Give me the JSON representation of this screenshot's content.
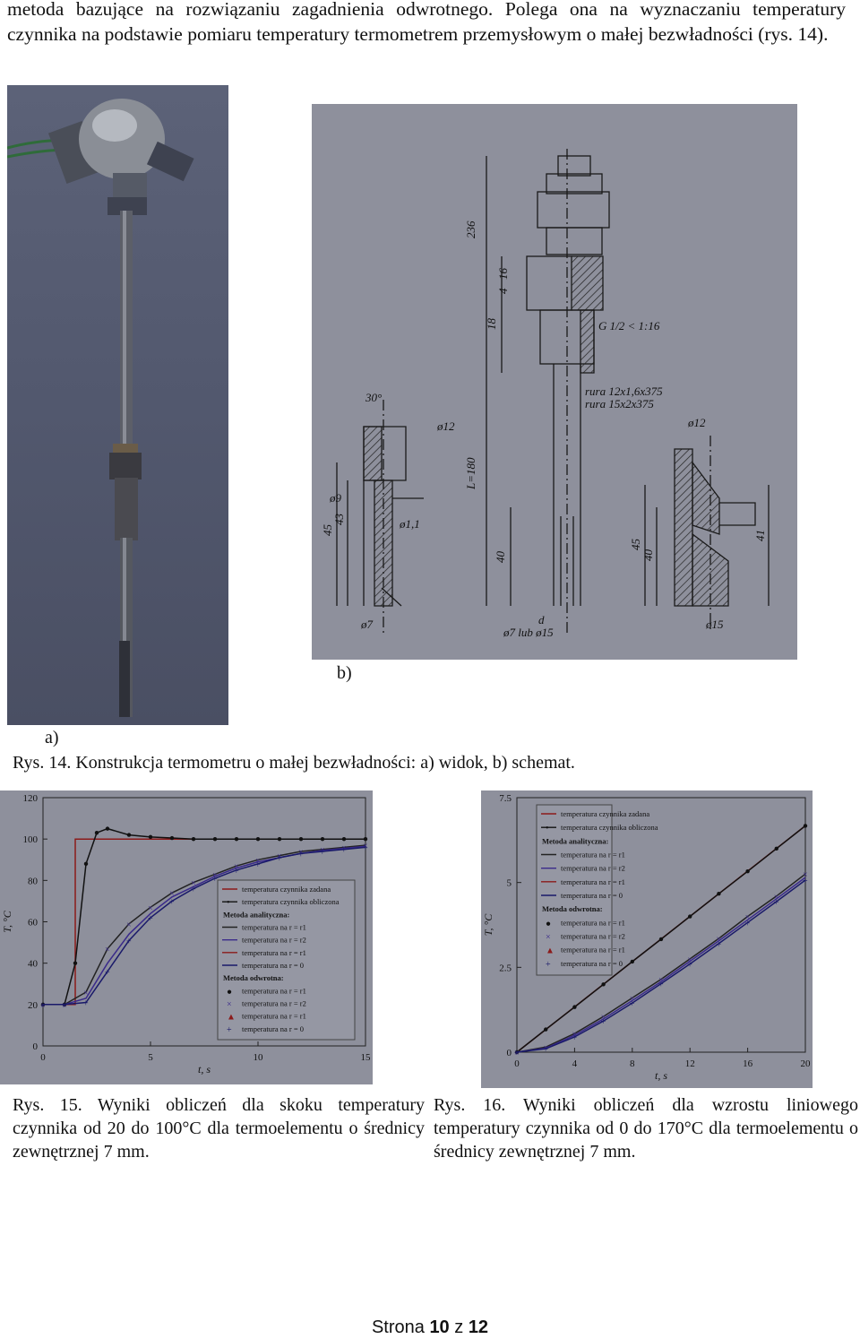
{
  "intro_text": "metoda bazujące na rozwiązaniu zagadnienia odwrotnego. Polega ona na wyznaczaniu temperatury czynnika na podstawie pomiaru temperatury termometrem przemysłowym o małej bezwładności (rys. 14).",
  "fig14": {
    "label_a": "a)",
    "label_b": "b)",
    "caption": "Rys. 14. Konstrukcja termometru o małej bezwładności: a) widok, b) schemat.",
    "drawing_labels": {
      "dim_236": "236",
      "dim_l180": "L=180",
      "dim_4": "4",
      "dim_16": "16",
      "dim_18": "18",
      "dim_45a": "45",
      "dim_43": "43",
      "dim_40a": "40",
      "dim_45b": "45",
      "dim_40b": "40",
      "dim_41": "41",
      "angle": "30°",
      "d12a": "ø12",
      "d12b": "ø12",
      "d9": "ø9",
      "d11": "ø1,1",
      "d7": "ø7",
      "d15": "ø15",
      "d": "d",
      "d7lub15": "ø7 lub ø15",
      "thread": "G 1/2 < 1:16",
      "tube1": "rura 12x1,6x375",
      "tube2": "rura 15x2x375"
    }
  },
  "fig15": {
    "caption": "Rys. 15. Wyniki obliczeń dla skoku temperatury czynnika od 20 do 100°C dla termoelementu o średnicy zewnętrznej 7 mm."
  },
  "fig16": {
    "caption": "Rys. 16. Wyniki obliczeń dla wzrostu liniowego temperatury czynnika od 0 do 170°C dla termoelementu o średnicy zewnętrznej 7 mm."
  },
  "chart_data": [
    {
      "type": "line",
      "xlabel": "t, s",
      "ylabel": "T, °C",
      "xlim": [
        0,
        15
      ],
      "ylim": [
        0,
        120
      ],
      "xticks": [
        "0",
        "5",
        "10",
        "15"
      ],
      "yticks": [
        "0",
        "20",
        "40",
        "60",
        "80",
        "100",
        "120"
      ],
      "legend_position": "center-right",
      "legend": [
        "temperatura czynnika zadana",
        "temperatura czynnika obliczona",
        "Metoda analityczna:",
        "temperatura na r = r1",
        "temperatura na r = r2",
        "temperatura na r = r1",
        "temperatura na r = 0",
        "Metoda odwrotna:",
        "temperatura na r = r1",
        "temperatura na r = r2",
        "temperatura na r = r1",
        "temperatura na r = 0"
      ],
      "series": [
        {
          "name": "temperatura czynnika zadana",
          "color": "#8b1a1a",
          "x": [
            0,
            1.5,
            1.5,
            15
          ],
          "y": [
            20,
            20,
            100,
            100
          ]
        },
        {
          "name": "temperatura czynnika obliczona",
          "color": "#111111",
          "x": [
            0,
            1,
            1.5,
            2,
            2.5,
            3,
            4,
            5,
            6,
            7,
            8,
            9,
            10,
            11,
            12,
            13,
            14,
            15
          ],
          "y": [
            20,
            20,
            40,
            88,
            103,
            105,
            102,
            101,
            100.5,
            100,
            100,
            100,
            100,
            100,
            100,
            100,
            100,
            100
          ]
        },
        {
          "name": "temperatura na r = r1",
          "color": "#222222",
          "x": [
            0,
            1,
            2,
            3,
            4,
            5,
            6,
            7,
            8,
            9,
            10,
            11,
            12,
            13,
            14,
            15
          ],
          "y": [
            20,
            20,
            26,
            47,
            59,
            67,
            74,
            79,
            83,
            87,
            90,
            92,
            94,
            95,
            96,
            97
          ]
        },
        {
          "name": "temperatura na r = r2",
          "color": "#3a2a8a",
          "x": [
            0,
            1,
            2,
            3,
            4,
            5,
            6,
            7,
            8,
            9,
            10,
            11,
            12,
            13,
            14,
            15
          ],
          "y": [
            20,
            20,
            23,
            40,
            54,
            64,
            72,
            77,
            82,
            86,
            89,
            91,
            93,
            94.5,
            95.5,
            96.5
          ]
        },
        {
          "name": "temperatura na r = 0",
          "color": "#1a1a6a",
          "x": [
            0,
            1,
            2,
            3,
            4,
            5,
            6,
            7,
            8,
            9,
            10,
            11,
            12,
            13,
            14,
            15
          ],
          "y": [
            20,
            20,
            21,
            36,
            51,
            62,
            70,
            76,
            81,
            85,
            88,
            91,
            93,
            94,
            95,
            96
          ]
        }
      ]
    },
    {
      "type": "line",
      "xlabel": "t, s",
      "ylabel": "T, °C",
      "xlim": [
        0,
        20
      ],
      "ylim": [
        0,
        7.5
      ],
      "xticks": [
        "0",
        "4",
        "8",
        "12",
        "16",
        "20"
      ],
      "yticks": [
        "0",
        "2.5",
        "5",
        "7.5"
      ],
      "legend_position": "top-left",
      "legend": [
        "temperatura czynnika zadana",
        "temperatura czynnika obliczona",
        "Metoda analityczna:",
        "temperatura na r = r1",
        "temperatura na r = r2",
        "temperatura na r = r1",
        "temperatura na r = 0",
        "Metoda odwrotna:",
        "temperatura na r = r1",
        "temperatura na r = r2",
        "temperatura na r = r1",
        "temperatura na r = 0"
      ],
      "series": [
        {
          "name": "temperatura czynnika zadana",
          "color": "#8b1a1a",
          "x": [
            0,
            20
          ],
          "y": [
            0,
            6.67
          ]
        },
        {
          "name": "temperatura czynnika obliczona",
          "color": "#111111",
          "x": [
            0,
            2,
            4,
            6,
            8,
            10,
            12,
            14,
            16,
            18,
            20
          ],
          "y": [
            0,
            0.67,
            1.33,
            2.0,
            2.67,
            3.33,
            4.0,
            4.67,
            5.33,
            6.0,
            6.67
          ]
        },
        {
          "name": "temperatura na r = r1",
          "color": "#222222",
          "x": [
            0,
            2,
            4,
            6,
            8,
            10,
            12,
            14,
            16,
            18,
            20
          ],
          "y": [
            0,
            0.15,
            0.55,
            1.05,
            1.6,
            2.15,
            2.75,
            3.35,
            4.0,
            4.6,
            5.25
          ]
        },
        {
          "name": "temperatura na r = r2",
          "color": "#3a2a8a",
          "x": [
            0,
            2,
            4,
            6,
            8,
            10,
            12,
            14,
            16,
            18,
            20
          ],
          "y": [
            0,
            0.12,
            0.5,
            0.98,
            1.52,
            2.08,
            2.68,
            3.28,
            3.9,
            4.52,
            5.15
          ]
        },
        {
          "name": "temperatura na r = 0",
          "color": "#1a1a6a",
          "x": [
            0,
            2,
            4,
            6,
            8,
            10,
            12,
            14,
            16,
            18,
            20
          ],
          "y": [
            0,
            0.1,
            0.45,
            0.92,
            1.45,
            2.02,
            2.6,
            3.2,
            3.82,
            4.44,
            5.07
          ]
        }
      ]
    }
  ],
  "footer": {
    "prefix": "Strona",
    "page": "10",
    "of": "z",
    "total": "12"
  }
}
